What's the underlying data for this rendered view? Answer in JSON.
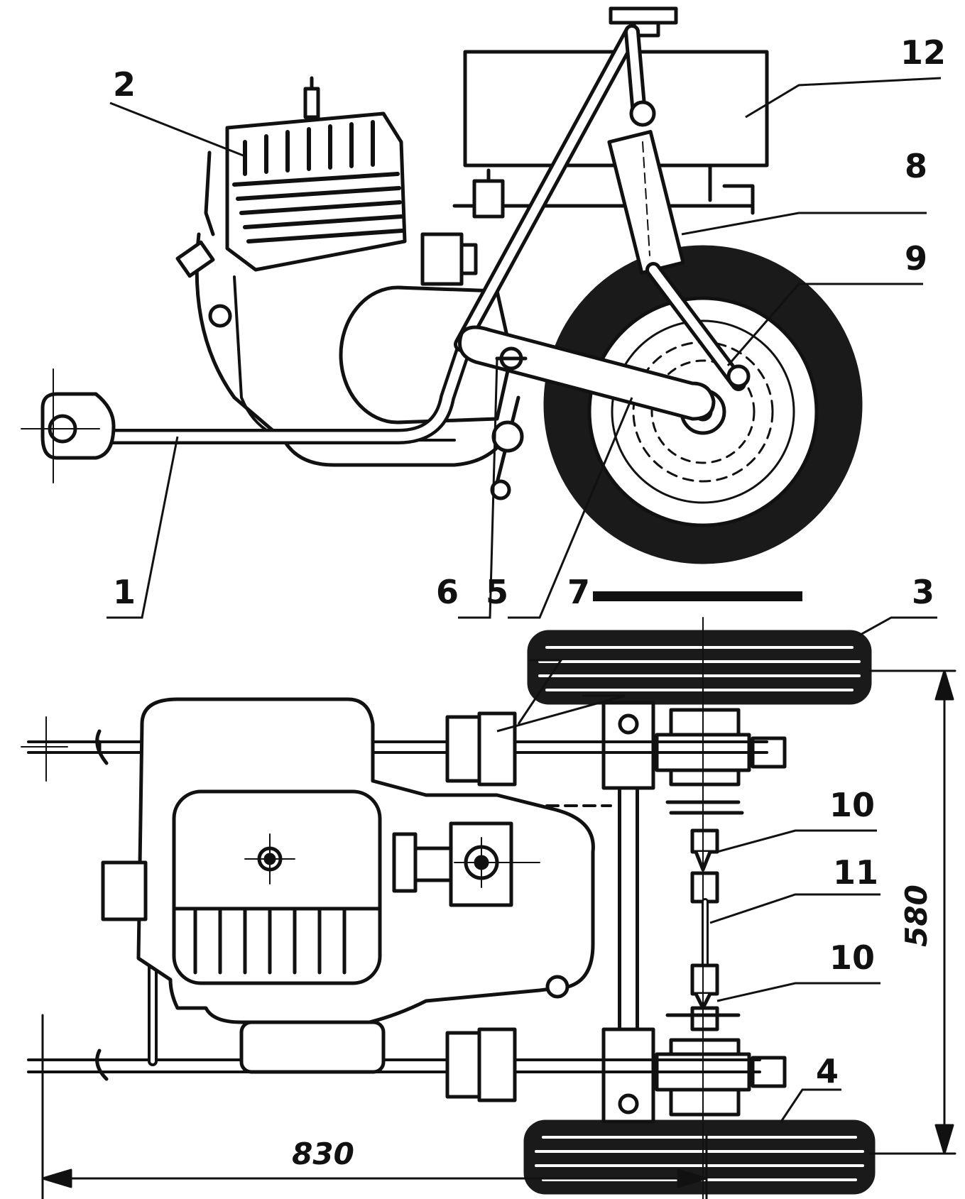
{
  "diagram": {
    "callouts": [
      {
        "id": "1",
        "label": "1"
      },
      {
        "id": "2",
        "label": "2"
      },
      {
        "id": "3",
        "label": "3"
      },
      {
        "id": "4",
        "label": "4"
      },
      {
        "id": "5",
        "label": "5"
      },
      {
        "id": "6",
        "label": "6"
      },
      {
        "id": "7",
        "label": "7"
      },
      {
        "id": "8",
        "label": "8"
      },
      {
        "id": "9",
        "label": "9"
      },
      {
        "id": "10a",
        "label": "10"
      },
      {
        "id": "10b",
        "label": "10"
      },
      {
        "id": "11",
        "label": "11"
      },
      {
        "id": "12",
        "label": "12"
      }
    ],
    "dimensions": {
      "length": "830",
      "width": "580"
    },
    "colors": {
      "ink": "#111111",
      "paper": "#ffffff",
      "tire": "#1a1a1a"
    }
  }
}
